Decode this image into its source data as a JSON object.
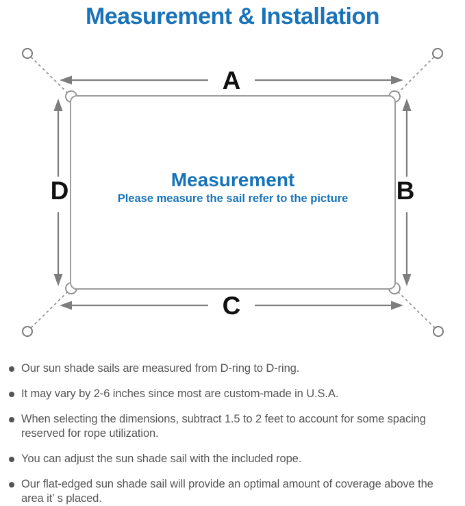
{
  "header": {
    "title": "Measurement & Installation"
  },
  "diagram": {
    "edge_labels": {
      "top": "A",
      "right": "B",
      "bottom": "C",
      "left": "D"
    },
    "center_heading": "Measurement",
    "center_subheading": "Please measure the sail refer to the picture"
  },
  "notes": {
    "items": [
      "Our sun shade sails are measured from D-ring to D-ring.",
      "It may vary by 2-6 inches since most are custom-made in U.S.A.",
      "When selecting the dimensions, subtract 1.5 to 2 feet to account for some spacing reserved for rope utilization.",
      "You can adjust the sun shade sail with the included rope.",
      "Our flat-edged sun shade sail will provide an optimal amount of coverage above the area it’ s placed."
    ]
  },
  "colors": {
    "accent_blue": "#1a72b8",
    "center_text_blue": "#1673b9",
    "body_text_gray": "#545456",
    "diagram_line_gray": "#7d7d7d",
    "label_black": "#101010"
  }
}
